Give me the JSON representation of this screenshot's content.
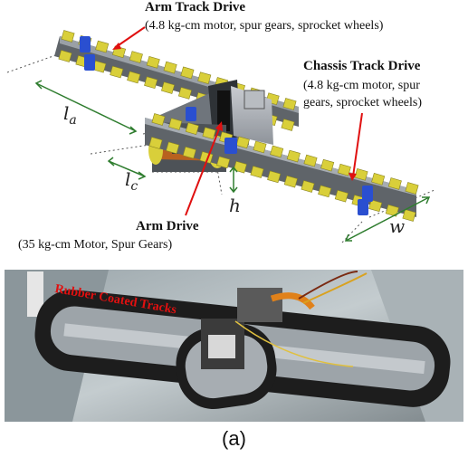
{
  "labels": {
    "arm_track": {
      "title": "Arm Track Drive",
      "detail": "(4.8 kg-cm motor, spur gears, sprocket wheels)"
    },
    "chassis_track": {
      "title": "Chassis Track Drive",
      "detail_line1": "(4.8 kg-cm motor, spur",
      "detail_line2": "gears, sprocket wheels)"
    },
    "arm_drive": {
      "title": "Arm Drive",
      "detail": "(35 kg-cm Motor, Spur Gears)"
    },
    "dimensions": {
      "la_main": "l",
      "la_sub": "a",
      "lc_main": "l",
      "lc_sub": "c",
      "h": "h",
      "w": "w"
    },
    "photo_annotation": "Rubber Coated Tracks"
  },
  "caption": "(a)",
  "colors": {
    "track_yellow": "#d9cf3a",
    "motor_blue": "#2a4fd0",
    "annotation_red": "#e01010",
    "dim_green": "#2f7d2f"
  }
}
